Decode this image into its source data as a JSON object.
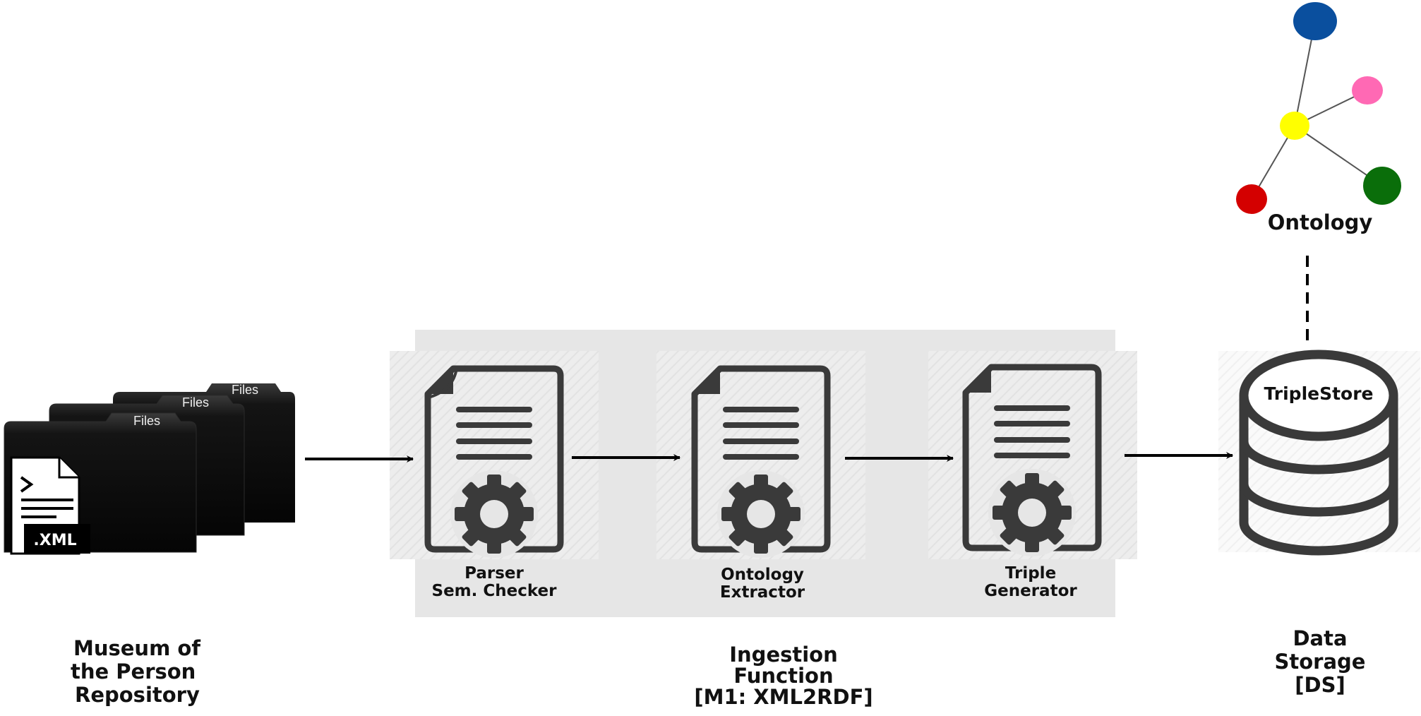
{
  "source": {
    "folder_tab_labels": [
      "Files",
      "Files",
      "Files"
    ],
    "file_badge": ".XML",
    "caption": [
      "Museum of",
      "the Person",
      "Repository"
    ]
  },
  "ingestion": {
    "steps": [
      {
        "label": [
          "Parser",
          "Sem. Checker"
        ],
        "icon": "document-gear-icon"
      },
      {
        "label": [
          "Ontology",
          "Extractor"
        ],
        "icon": "document-gear-icon"
      },
      {
        "label": [
          "Triple",
          "Generator"
        ],
        "icon": "document-gear-icon"
      }
    ],
    "caption": [
      "Ingestion",
      "Function",
      "[M1: XML2RDF]"
    ]
  },
  "storage": {
    "db_label": "TripleStore",
    "caption": [
      "Data",
      "Storage",
      "[DS]"
    ]
  },
  "ontology": {
    "label": "Ontology",
    "node_colors": {
      "top": "#0a4f9e",
      "pink": "#ff69b4",
      "center": "#ffff00",
      "red": "#d40000",
      "green": "#0a6e0a"
    }
  },
  "colors": {
    "panel": "#e6e6e6",
    "icon": "#3a3a3a",
    "folder": "#111111"
  }
}
